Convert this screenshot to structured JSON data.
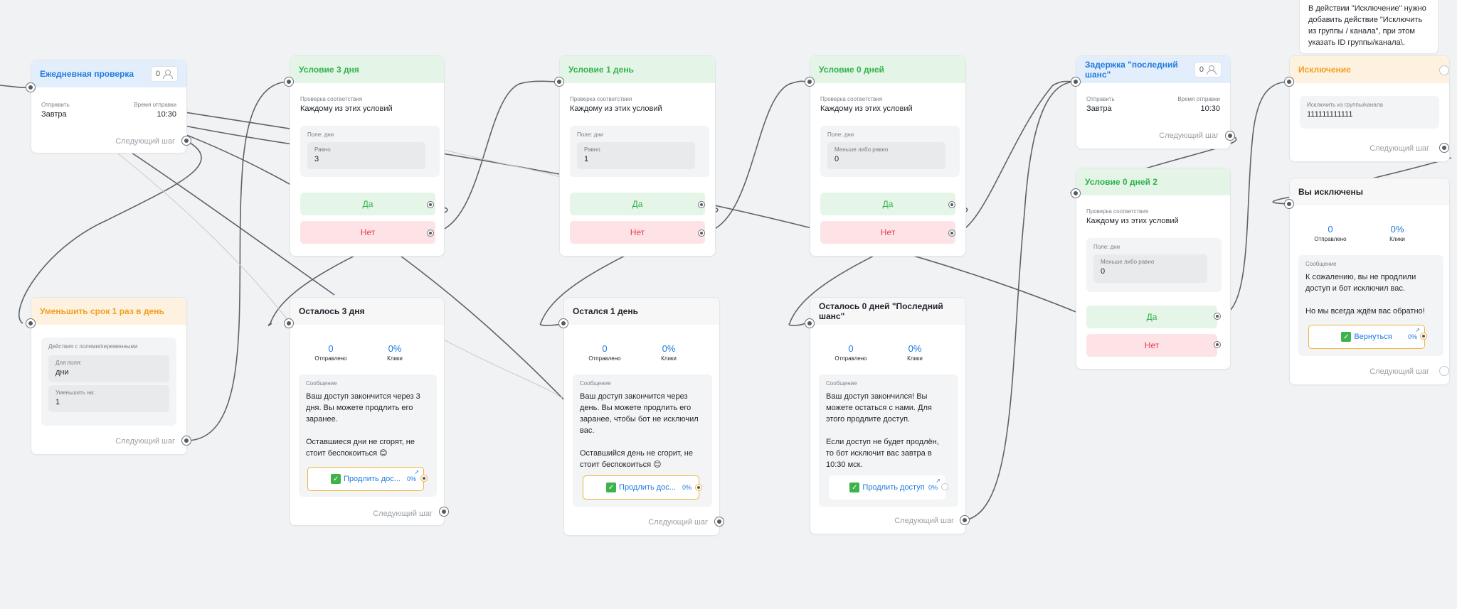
{
  "node_daily": {
    "title": "Ежедневная проверка",
    "count": "0",
    "send_label": "Отправить",
    "send_value": "Завтра",
    "time_label": "Время отправки",
    "time_value": "10:30",
    "next": "Следующий шаг"
  },
  "node_decrease": {
    "title": "Уменьшить срок 1 раз в день",
    "section": "Действия с полями/переменными",
    "field_label": "Для поля:",
    "field_value": "дни",
    "by_label": "Уменьшить на:",
    "by_value": "1",
    "next": "Следующий шаг"
  },
  "cond3": {
    "title": "Условие 3 дня",
    "check_label": "Проверка соответствия",
    "check_value": "Каждому из этих условий",
    "field": "Поле: дни",
    "op": "Равно",
    "op_value": "3",
    "yes": "Да",
    "no": "Нет"
  },
  "cond1": {
    "title": "Условие 1 день",
    "check_label": "Проверка соответствия",
    "check_value": "Каждому из этих условий",
    "field": "Поле: дни",
    "op": "Равно",
    "op_value": "1",
    "yes": "Да",
    "no": "Нет"
  },
  "cond0": {
    "title": "Условие 0 дней",
    "check_label": "Проверка соответствия",
    "check_value": "Каждому из этих условий",
    "field": "Поле: дни",
    "op": "Меньше либо равно",
    "op_value": "0",
    "yes": "Да",
    "no": "Нет"
  },
  "cond0b": {
    "title": "Условие 0 дней 2",
    "check_label": "Проверка соответствия",
    "check_value": "Каждому из этих условий",
    "field": "Поле: дни",
    "op": "Меньше либо равно",
    "op_value": "0",
    "yes": "Да",
    "no": "Нет"
  },
  "delay_last": {
    "title": "Задержка \"последний шанс\"",
    "count": "0",
    "send_label": "Отправить",
    "send_value": "Завтра",
    "time_label": "Время отправки",
    "time_value": "10:30",
    "next": "Следующий шаг"
  },
  "exclude": {
    "title": "Исключение",
    "label": "Исключить из группы/канала",
    "value": "111111111111",
    "next": "Следующий шаг"
  },
  "note_text": "В действии \"Исключение\" нужно\nдобавить действие \"Исключить\nиз группы / канала\", при этом\nуказать ID группы/канала\\.",
  "msg3": {
    "title": "Осталось 3 дня",
    "sent": "0",
    "sent_label": "Отправлено",
    "clicks": "0%",
    "clicks_label": "Клики",
    "msg_label": "Сообщение",
    "text": "Ваш доступ закончится через 3\nдня. Вы можете продлить его\nзаранее.\n\nОставшиеся дни не сгорят, не\nстоит беспокоиться 😊",
    "cta": "Продлить дос...",
    "cta_pct": "0%",
    "next": "Следующий шаг"
  },
  "msg1": {
    "title": "Остался 1 день",
    "sent": "0",
    "sent_label": "Отправлено",
    "clicks": "0%",
    "clicks_label": "Клики",
    "msg_label": "Сообщение",
    "text": "Ваш доступ закончится через\nдень. Вы можете продлить его\nзаранее, чтобы бот не исключил\nвас.\n\nОставшийся день не сгорит, не\nстоит беспокоиться 😊",
    "cta": "Продлить дос...",
    "cta_pct": "0%",
    "next": "Следующий шаг"
  },
  "msg0": {
    "title": "Осталось 0 дней \"Последний шанс\"",
    "sent": "0",
    "sent_label": "Отправлено",
    "clicks": "0%",
    "clicks_label": "Клики",
    "msg_label": "Сообщение",
    "text": "Ваш доступ закончился! Вы\nможете остаться с нами. Для\nэтого продлите доступ.\n\nЕсли доступ не будет продлён,\nто бот исключит вас завтра в\n10:30 мск.",
    "cta": "Продлить доступ",
    "cta_pct": "0%",
    "next": "Следующий шаг"
  },
  "excluded": {
    "title": "Вы исключены",
    "sent": "0",
    "sent_label": "Отправлено",
    "clicks": "0%",
    "clicks_label": "Клики",
    "msg_label": "Сообщение",
    "text": "К сожалению, вы не продлили\nдоступ и бот исключил вас.\n\nНо мы всегда ждём вас обратно!",
    "cta": "Вернуться",
    "cta_pct": "0%",
    "next": "Следующий шаг"
  }
}
